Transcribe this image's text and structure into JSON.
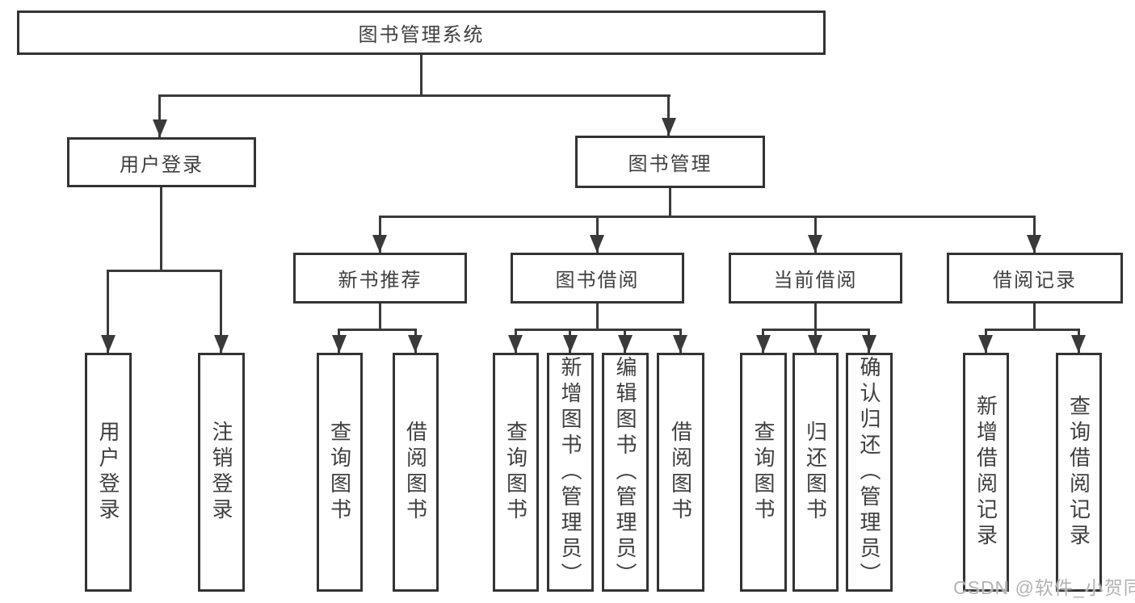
{
  "colors": {
    "background": "#ffffff",
    "box_border": "#333333",
    "line": "#3a3a3a",
    "text": "#3f3f3f",
    "watermark": "#b3b3b3"
  },
  "nodes": {
    "root": "图书管理系统",
    "level2": [
      "用户登录",
      "图书管理"
    ],
    "level3": [
      "新书推荐",
      "图书借阅",
      "当前借阅",
      "借阅记录"
    ],
    "leaves_user_login": [
      "用户登录",
      "注销登录"
    ],
    "leaves_new_books": [
      "查询图书",
      "借阅图书"
    ],
    "leaves_book_borrow": [
      "查询图书",
      "新增图书（管理员）",
      "编辑图书（管理员）",
      "借阅图书"
    ],
    "leaves_current_borrow": [
      "查询图书",
      "归还图书",
      "确认归还（管理员）"
    ],
    "leaves_borrow_records": [
      "新增借阅记录",
      "查询借阅记录"
    ]
  },
  "watermark": "CSDN @软件_小贺同学"
}
